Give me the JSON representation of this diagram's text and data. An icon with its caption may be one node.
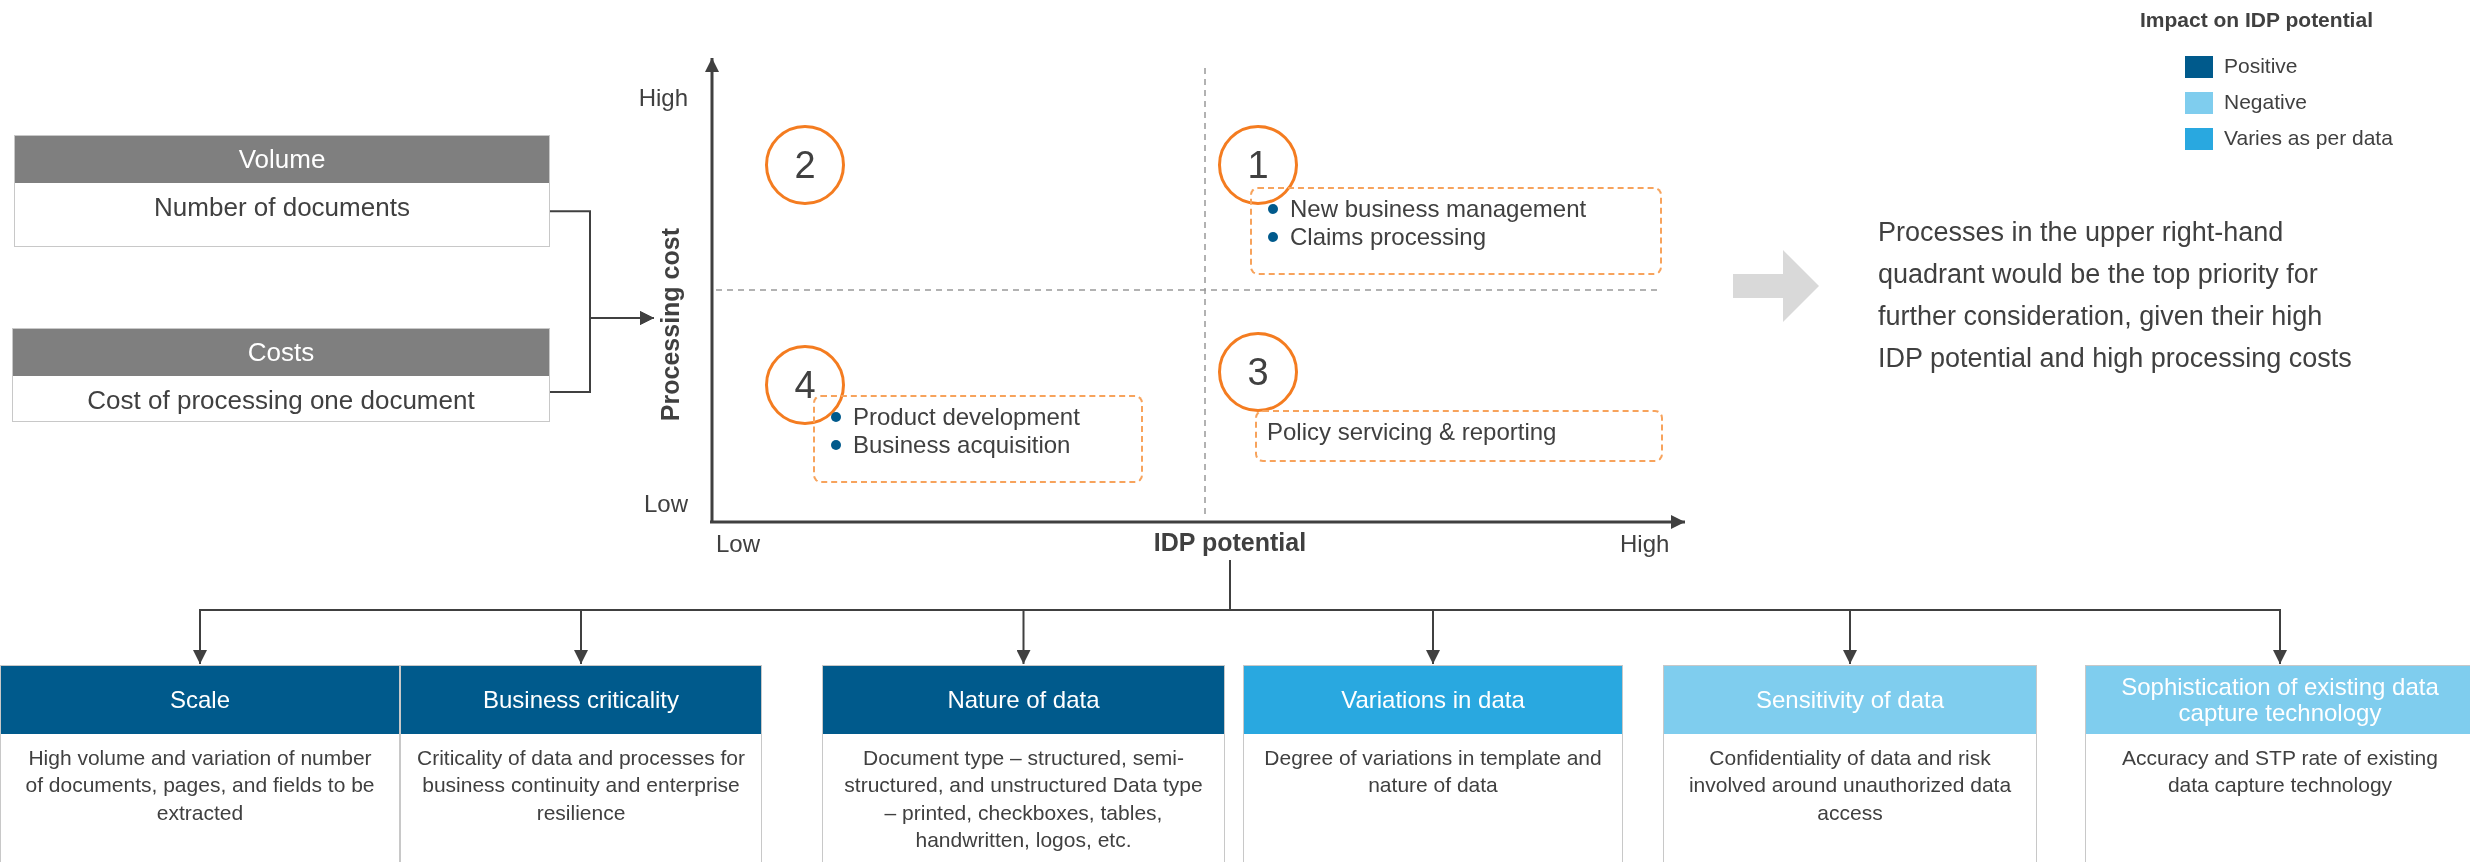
{
  "diagram": {
    "nodes": [
      {
        "text": [
          "Volume",
          "Number of documents"
        ]
      },
      {
        "text": [
          "Costs",
          "Cost of processing one document"
        ]
      },
      {
        "text": [
          "Processing cost"
        ]
      },
      {
        "text": [
          "2"
        ]
      },
      {
        "text": [
          "1"
        ]
      },
      {
        "text": [
          "New business management",
          "Claims processing"
        ]
      },
      {
        "text": [
          "4"
        ]
      },
      {
        "text": [
          "Product development",
          "Business acquisition"
        ]
      },
      {
        "text": [
          "3"
        ]
      },
      {
        "text": [
          "Policy servicing & reporting"
        ]
      },
      {
        "text": [
          "IDP potential"
        ]
      },
      {
        "text": [
          "Processes in the upper right-hand quadrant would be the top priority for further consideration, given their high IDP potential and high processing costs"
        ]
      },
      {
        "text": [
          "Scale",
          "High volume and variation of number of documents, pages, and fields to be extracted"
        ]
      },
      {
        "text": [
          "Business criticality",
          "Criticality of data and processes for business continuity and enterprise resilience"
        ]
      },
      {
        "text": [
          "Nature of data",
          "Document type – structured, semi-structured, and unstructured Data type – printed, checkboxes, tables, handwritten, logos, etc."
        ]
      },
      {
        "text": [
          "Variations in data",
          "Degree of variations in template and nature of data"
        ]
      },
      {
        "text": [
          "Sensitivity of data",
          "Confidentiality of data and risk involved around unauthorized data access"
        ]
      },
      {
        "text": [
          "Sophistication of existing data capture technology",
          "Accuracy and STP rate of existing data capture technology"
        ]
      }
    ],
    "edges": [
      {
        "from": 0,
        "to": 2,
        "arrow": "to"
      },
      {
        "from": 1,
        "to": 2,
        "arrow": "to"
      },
      {
        "from": null,
        "to": 11,
        "arrow": "to",
        "color": "#d9d9d9"
      },
      {
        "from": 10,
        "to": 12,
        "arrow": "to"
      },
      {
        "from": 10,
        "to": 13,
        "arrow": "to"
      },
      {
        "from": 10,
        "to": 14,
        "arrow": "to"
      },
      {
        "from": 10,
        "to": 15,
        "arrow": "to"
      },
      {
        "from": 10,
        "to": 16,
        "arrow": "to"
      },
      {
        "from": 10,
        "to": 17,
        "arrow": "to"
      }
    ],
    "labels": [
      "Impact on IDP potential",
      "High",
      "Low",
      "Low",
      "High"
    ],
    "legend": [
      {
        "text": "Positive",
        "color": "#005a8c"
      },
      {
        "text": "Negative",
        "color": "#7fcdee"
      },
      {
        "text": "Varies as per data",
        "color": "#29a8e0"
      }
    ]
  }
}
